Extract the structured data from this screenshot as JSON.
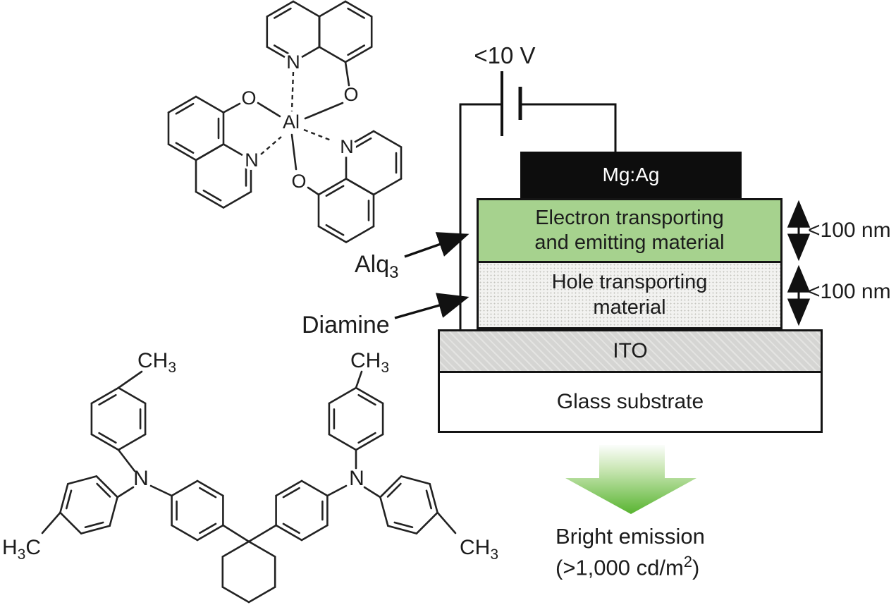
{
  "circuit": {
    "voltage_label": "<10 V"
  },
  "device": {
    "layers": [
      {
        "label": "Mg:Ag"
      },
      {
        "line1": "Electron transporting",
        "line2": "and emitting material",
        "thickness": "<100 nm"
      },
      {
        "line1": "Hole transporting",
        "line2": "material",
        "thickness": "<100 nm"
      },
      {
        "label": "ITO"
      },
      {
        "label": "Glass substrate"
      }
    ]
  },
  "annotations": {
    "alq3": {
      "text": "Alq",
      "sub": "3"
    },
    "diamine": "Diamine"
  },
  "emission": {
    "line1": "Bright emission",
    "line2_pre": "(>1,000 cd/m",
    "line2_sup": "2",
    "line2_post": ")"
  },
  "atoms": {
    "nitrogen": "N",
    "oxygen": "O",
    "aluminum": "Al",
    "ch": "CH",
    "h": "H",
    "c": "C",
    "sub3": "3"
  },
  "colors": {
    "emitter_green": "#a6d28e",
    "emission_arrow_green": "#58b430",
    "cathode_black": "#0d0d0d",
    "ito_gray": "#d5d5d3"
  }
}
